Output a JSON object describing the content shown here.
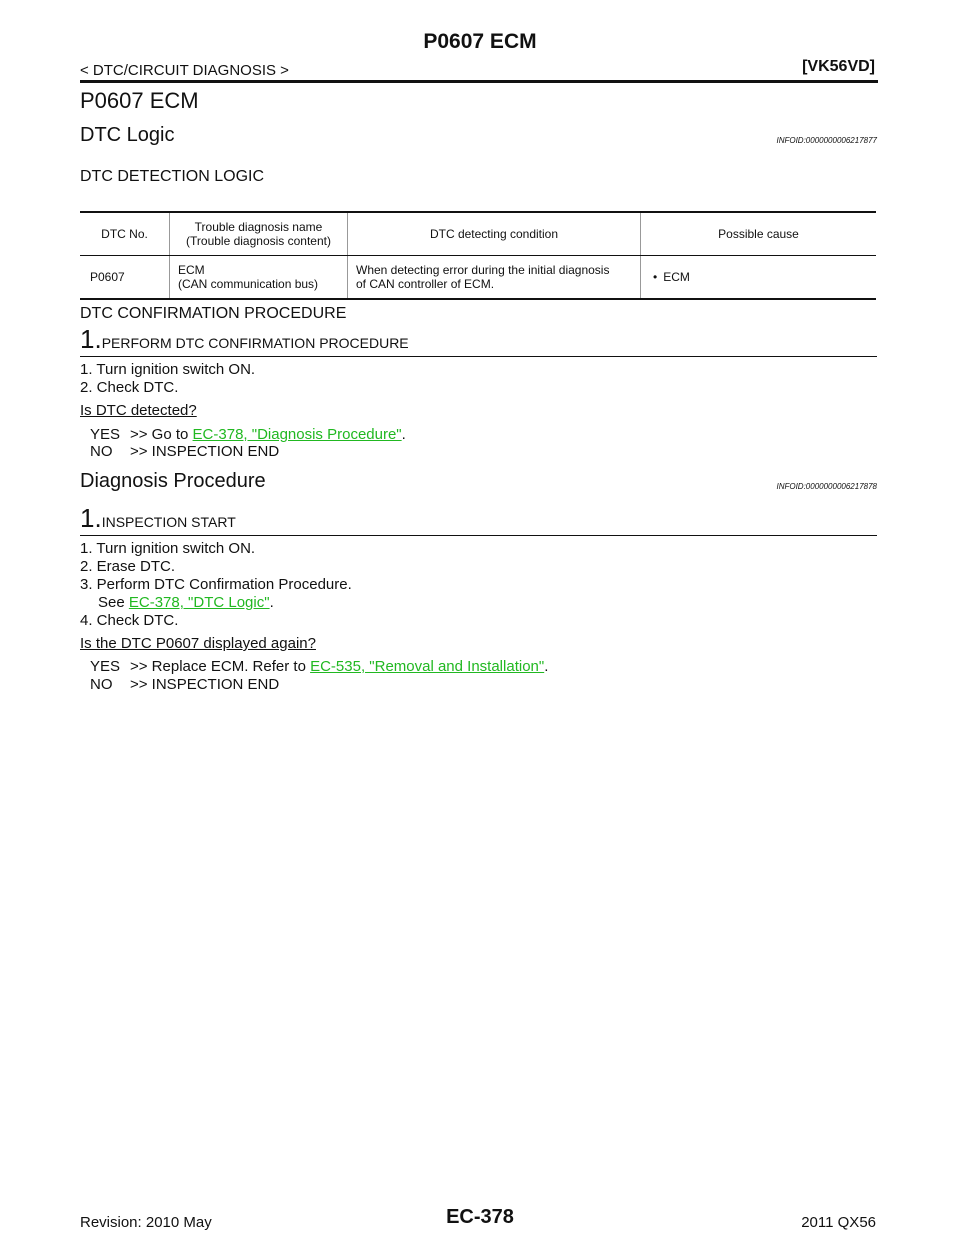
{
  "header": {
    "title": "P0607 ECM",
    "section": "< DTC/CIRCUIT DIAGNOSIS >",
    "engine": "[VK56VD]"
  },
  "page_heading": "P0607 ECM",
  "dtc_logic": {
    "heading": "DTC Logic",
    "infoid": "INFOID:0000000006217877",
    "detection_heading": "DTC DETECTION LOGIC",
    "table": {
      "headers": [
        "DTC No.",
        "Trouble diagnosis name",
        "(Trouble diagnosis content)",
        "DTC detecting condition",
        "Possible cause"
      ],
      "row": {
        "dtc": "P0607",
        "name_1": "ECM",
        "name_2": "(CAN communication bus)",
        "condition_1": "When detecting error during the initial diagnosis",
        "condition_2": "of CAN controller of ECM.",
        "cause": "ECM"
      }
    },
    "confirmation_heading": "DTC CONFIRMATION PROCEDURE",
    "step": {
      "num": "1.",
      "title": "PERFORM DTC CONFIRMATION PROCEDURE",
      "lines": [
        "1. Turn ignition switch ON.",
        "2. Check DTC."
      ],
      "question": "Is DTC detected?",
      "yes_key": "YES",
      "yes_text": ">> Go to ",
      "yes_link": "EC-378, \"Diagnosis Procedure\"",
      "yes_tail": ".",
      "no_key": "NO",
      "no_text": ">> INSPECTION END"
    }
  },
  "diagnosis": {
    "heading": "Diagnosis Procedure",
    "infoid": "INFOID:0000000006217878",
    "step": {
      "num": "1.",
      "title": "INSPECTION START",
      "lines": [
        "1. Turn ignition switch ON.",
        "2. Erase DTC.",
        "3. Perform DTC Confirmation Procedure."
      ],
      "see_text": "See ",
      "see_link": "EC-378, \"DTC Logic\"",
      "see_tail": ".",
      "line4": "4. Check DTC.",
      "question": "Is the DTC P0607 displayed again?",
      "yes_key": "YES",
      "yes_text": ">> Replace ECM. Refer to ",
      "yes_link": "EC-535, \"Removal and Installation\"",
      "yes_tail": ".",
      "no_key": "NO",
      "no_text": ">> INSPECTION END"
    }
  },
  "footer": {
    "revision": "Revision: 2010 May",
    "page": "EC-378",
    "model": "2011 QX56"
  }
}
